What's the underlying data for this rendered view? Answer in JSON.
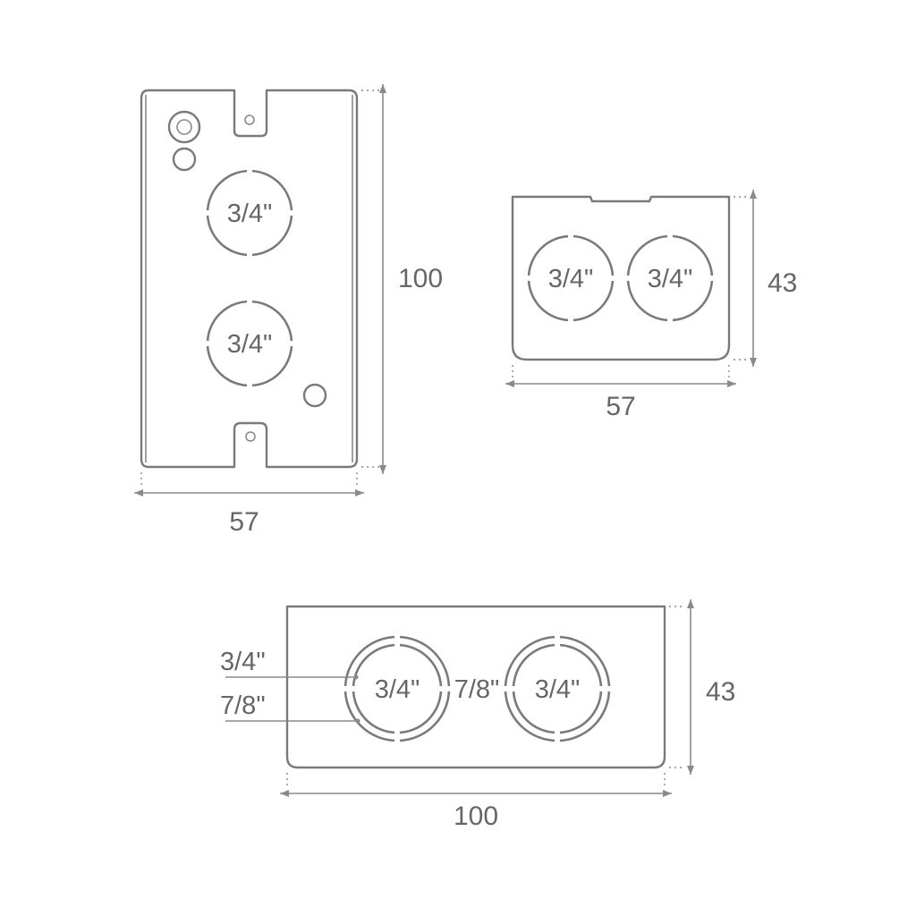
{
  "front_view": {
    "knockout_1": "3/4\"",
    "knockout_2": "3/4\"",
    "height_label": "100",
    "width_label": "57"
  },
  "side_view": {
    "knockout_1": "3/4\"",
    "knockout_2": "3/4\"",
    "height_label": "43",
    "width_label": "57"
  },
  "bottom_view": {
    "knockout_1": "3/4\"",
    "knockout_2": "3/4\"",
    "between_label": "7/8\"",
    "callout_inner": "3/4\"",
    "callout_outer": "7/8\"",
    "height_label": "43",
    "width_label": "100"
  },
  "colors": {
    "line": "#7a7a7a",
    "text": "#666666",
    "background": "#ffffff"
  }
}
